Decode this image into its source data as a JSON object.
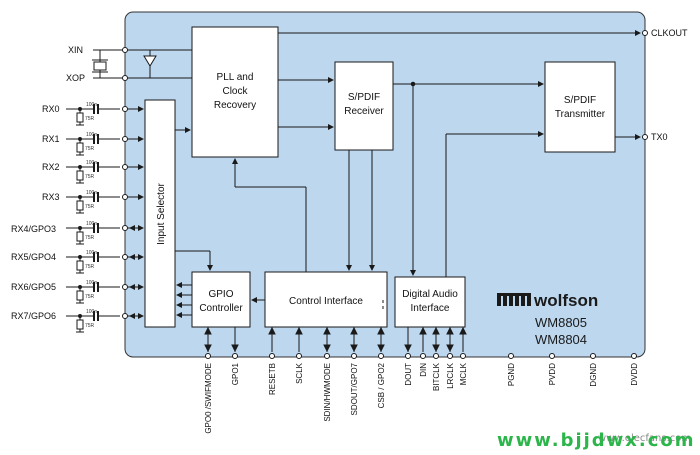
{
  "pins_left": {
    "xin": "XIN",
    "xop": "XOP",
    "rx0": "RX0",
    "rx1": "RX1",
    "rx2": "RX2",
    "rx3": "RX3",
    "rx4": "RX4/GPO3",
    "rx5": "RX5/GPO4",
    "rx6": "RX6/GPO5",
    "rx7": "RX7/GPO6"
  },
  "pins_right": {
    "clkout": "CLKOUT",
    "tx0": "TX0"
  },
  "blocks": {
    "pll": [
      "PLL and",
      "Clock",
      "Recovery"
    ],
    "receiver": [
      "S/PDIF",
      "Receiver"
    ],
    "transmitter": [
      "S/PDIF",
      "Transmitter"
    ],
    "input_selector": "Input Selector",
    "gpio": [
      "GPIO",
      "Controller"
    ],
    "control": "Control Interface",
    "dai": [
      "Digital Audio",
      "Interface"
    ]
  },
  "pins_bottom": {
    "gpo0": "GPO0 /SWIFMODE",
    "gpo1": "GPO1",
    "resetb": "RESETB",
    "sclk": "SCLK",
    "sdin": "SDIN/HWMODE",
    "sdout": "SDOUT/GPO7",
    "csb": "CSB / GPO2",
    "dout": "DOUT",
    "din": "DIN",
    "bitclk": "BITCLK",
    "lrclk": "LRCLK",
    "mclk": "MCLK",
    "pgnd": "PGND",
    "pvdd": "PVDD",
    "dgnd": "DGND",
    "dvdd": "DVDD"
  },
  "component_values": {
    "cap": "100n",
    "res": "75R"
  },
  "brand": {
    "logo": "wolfson",
    "part1": "WM8805",
    "part2": "WM8804"
  },
  "watermark": {
    "main": "www.bjjdwx.com",
    "faint": "www.elecfans.com"
  },
  "colors": {
    "chip_fill": "#bcd7ee",
    "chip_stroke": "#333333",
    "block_fill": "#ffffff",
    "line": "#1a1a1a",
    "watermark": "#2bb54a"
  }
}
